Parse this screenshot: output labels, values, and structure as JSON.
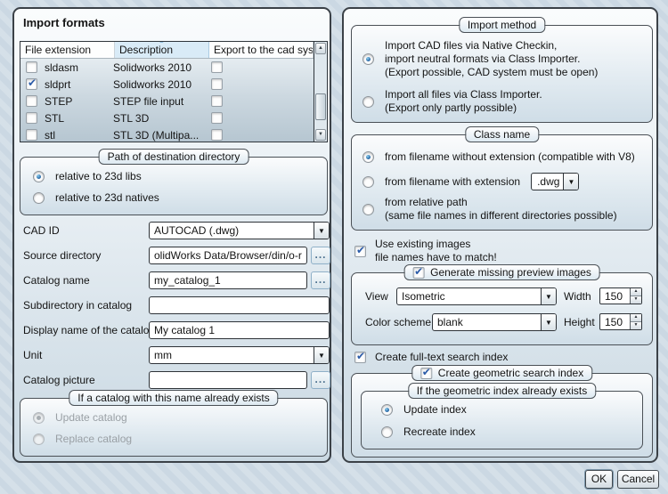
{
  "icons": {
    "sort_asc": "▲",
    "combo_arrow": "▼",
    "spin_up": "▲",
    "spin_down": "▼",
    "scroll_up": "▲",
    "scroll_down": "▼"
  },
  "import_formats": {
    "title": "Import formats",
    "columns": [
      "File extension",
      "Description",
      "Export to the cad system"
    ],
    "rows": [
      {
        "checked": false,
        "ext": "sldasm",
        "desc": "Solidworks 2010",
        "export": false
      },
      {
        "checked": true,
        "ext": "sldprt",
        "desc": "Solidworks 2010",
        "export": false
      },
      {
        "checked": false,
        "ext": "STEP",
        "desc": "STEP file input",
        "export": false
      },
      {
        "checked": false,
        "ext": "STL",
        "desc": "STL 3D",
        "export": false
      },
      {
        "checked": false,
        "ext": "stl",
        "desc": "STL 3D (Multipa...",
        "export": false
      }
    ]
  },
  "path_of_destination": {
    "title": "Path of destination directory",
    "options": [
      {
        "label": "relative to 23d libs",
        "selected": true
      },
      {
        "label": "relative to 23d natives",
        "selected": false
      }
    ]
  },
  "fields": {
    "cad_id": {
      "label": "CAD ID",
      "value": "AUTOCAD (.dwg)"
    },
    "source_directory": {
      "label": "Source directory",
      "value": "olidWorks Data/Browser/din/o-rings",
      "browse": "..."
    },
    "catalog_name": {
      "label": "Catalog name",
      "value": "my_catalog_1",
      "browse": "..."
    },
    "subdirectory": {
      "label": "Subdirectory in catalog",
      "value": ""
    },
    "display_name": {
      "label": "Display name of the catalog",
      "value": "My catalog 1"
    },
    "unit": {
      "label": "Unit",
      "value": "mm"
    },
    "catalog_picture": {
      "label": "Catalog picture",
      "value": "",
      "browse": "..."
    }
  },
  "catalog_exists": {
    "title": "If a catalog with this name already exists",
    "options": [
      {
        "label": "Update catalog",
        "selected": true
      },
      {
        "label": "Replace catalog",
        "selected": false
      }
    ]
  },
  "import_method": {
    "title": "Import method",
    "options": [
      {
        "label": "Import CAD files via Native Checkin,\nimport neutral formats via Class Importer.\n(Export possible, CAD system must be open)",
        "selected": true
      },
      {
        "label": "Import all files via Class Importer.\n(Export only partly possible)",
        "selected": false
      }
    ]
  },
  "class_name": {
    "title": "Class name",
    "options": [
      {
        "label": "from filename without extension (compatible with V8)",
        "selected": true
      },
      {
        "label": "from filename with extension",
        "selected": false,
        "extension_value": ".dwg"
      },
      {
        "label": "from relative path\n(same file names in different directories possible)",
        "selected": false
      }
    ]
  },
  "use_existing_images": {
    "label": "Use existing images\nfile names have to match!",
    "checked": true
  },
  "preview_images": {
    "title": "Generate missing preview images",
    "checked": true,
    "view": {
      "label": "View",
      "value": "Isometric"
    },
    "width": {
      "label": "Width",
      "value": "150"
    },
    "color_scheme": {
      "label": "Color scheme",
      "value": "blank"
    },
    "height": {
      "label": "Height",
      "value": "150"
    }
  },
  "fulltext_index": {
    "label": "Create full-text search index",
    "checked": true
  },
  "geometric_index": {
    "title": "Create geometric search index",
    "checked": true,
    "exists_group": {
      "title": "If the geometric index already exists",
      "options": [
        {
          "label": "Update index",
          "selected": true
        },
        {
          "label": "Recreate index",
          "selected": false
        }
      ]
    }
  },
  "dialog": {
    "ok_label": "OK",
    "cancel_label": "Cancel"
  }
}
